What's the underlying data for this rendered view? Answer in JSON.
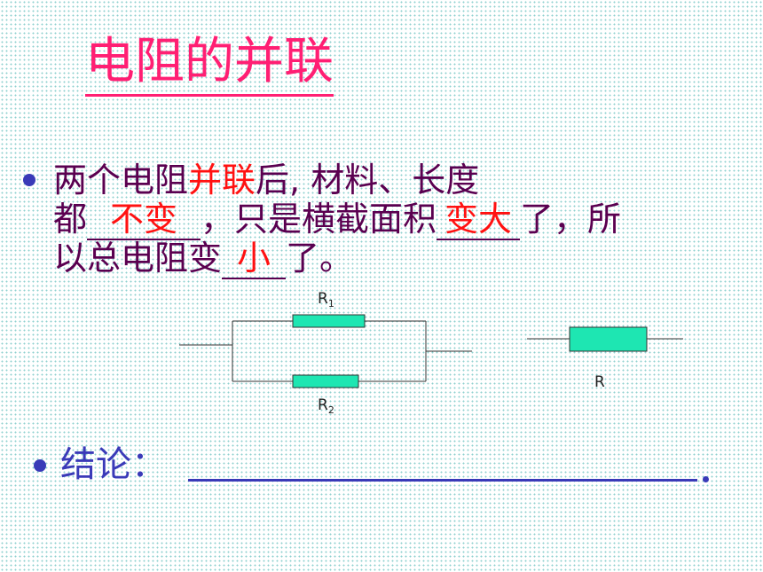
{
  "title": "电阻的并联",
  "paragraph": {
    "line1_a": "两个电阻",
    "line1_red": "并联",
    "line1_b": "后, 材料、长度",
    "line2_a": "都",
    "blank1": "不变",
    "line2_b": "，只是横截面积",
    "blank2": "变大",
    "line2_c": "了，所",
    "line3_a": "以总电阻变",
    "blank3": "小",
    "line3_b": "了。"
  },
  "circuit": {
    "r1_label": "R",
    "r1_sub": "1",
    "r2_label": "R",
    "r2_sub": "2",
    "r_label": "R"
  },
  "conclusion": {
    "label": "结论："
  },
  "colors": {
    "title": "#ff1f73",
    "text": "#5a0050",
    "answer": "#ff1111",
    "conclusion": "#3a3ab8",
    "resistor": "#1ee6b2"
  }
}
